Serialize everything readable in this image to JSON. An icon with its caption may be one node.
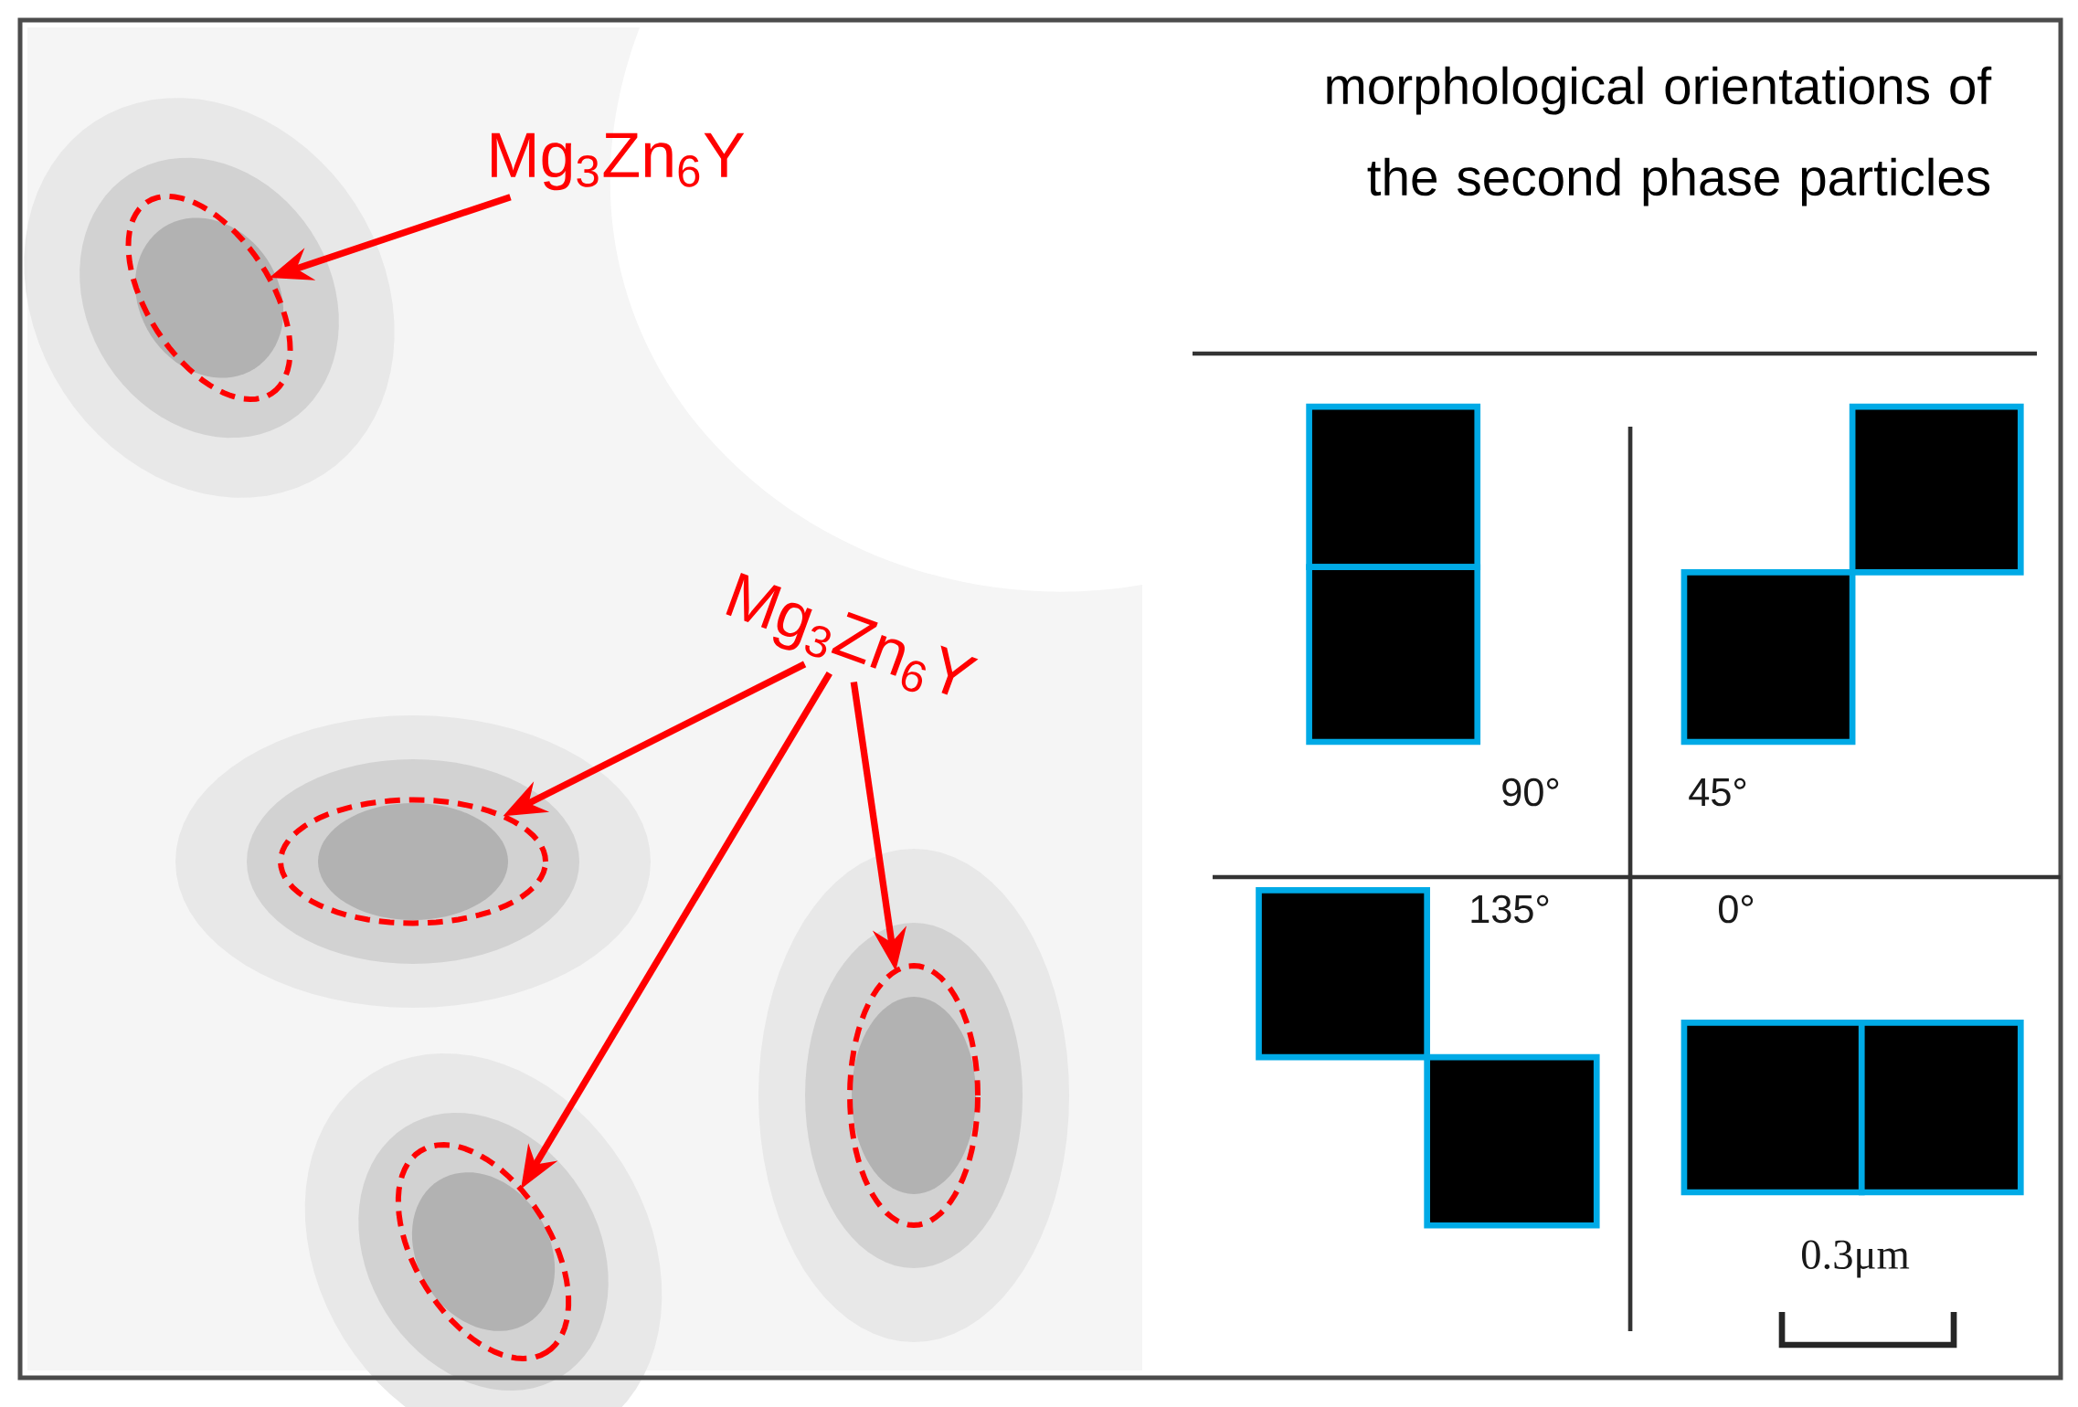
{
  "diagram": {
    "title": "morphological orientations of the second phase particles",
    "nodes": [
      {
        "text": [
          "Mg$_{3}$Zn$_{6}$Y"
        ]
      },
      {
        "text": [],
        "shape": "ellipse"
      },
      {
        "text": [
          "Mg$_{3}$Zn$_{6}$Y"
        ]
      },
      {
        "text": [],
        "shape": "ellipse"
      },
      {
        "text": [],
        "shape": "ellipse"
      },
      {
        "text": [],
        "shape": "ellipse"
      }
    ],
    "edges": [
      {
        "from": 0,
        "to": 1,
        "arrow": "to"
      },
      {
        "from": 2,
        "to": 3,
        "arrow": "to"
      },
      {
        "from": 2,
        "to": 4,
        "arrow": "to"
      },
      {
        "from": 2,
        "to": 5,
        "arrow": "to"
      }
    ],
    "labels": [
      "90°",
      "45°",
      "135°",
      "0°",
      "0.3μm"
    ]
  }
}
